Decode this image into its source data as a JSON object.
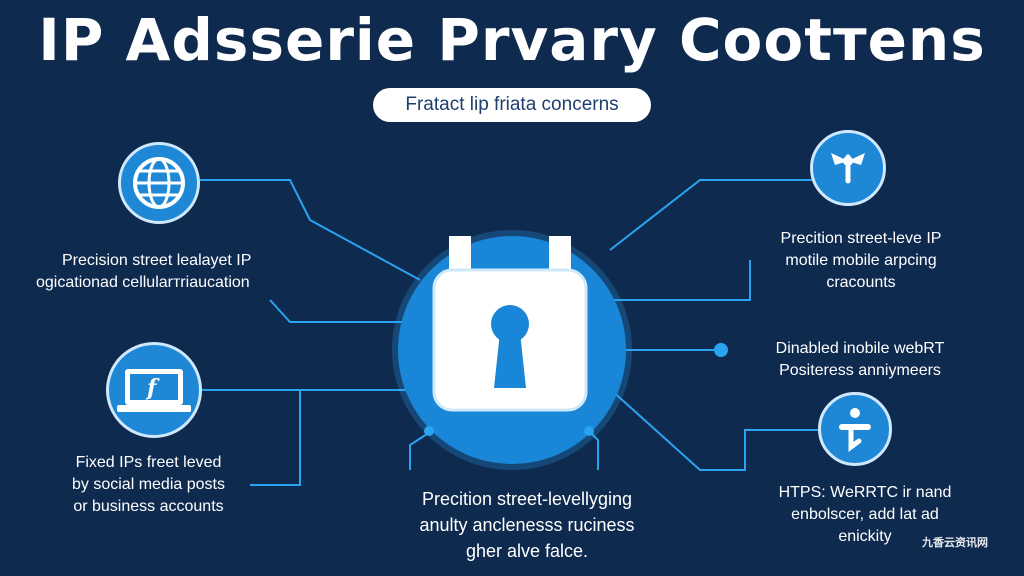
{
  "title": "IP Adsserie Prvary Cootтens",
  "subtitle": "Fratact lip friata concerns",
  "left_top": {
    "line1": "Precision street lealayet IP",
    "line2": "ogicationad cellularтriaucation",
    "icon": "globe-icon"
  },
  "left_bottom": {
    "line1": "Fixed IPs freet leved",
    "line2": "by social media posts",
    "line3": "or business accounts",
    "icon": "laptop-icon"
  },
  "right_top": {
    "line1": "Precition street-leve IP",
    "line2": "motile mobile arpcing",
    "line3": "cracounts",
    "icon": "network-icon"
  },
  "right_middle": {
    "line1": "Dinabled inobile webRT",
    "line2": "Positeress anniymeers"
  },
  "right_bottom": {
    "line1": "HTPS: WeRRTC ir nand",
    "line2": "enbolscer, add lat ad",
    "line3": "enickity",
    "icon": "divide-icon"
  },
  "center": {
    "line1": "Precition street-levellyging",
    "line2": "anulty anclenesss rucіness",
    "line3": "gher alve falce.",
    "icon": "padlock-icon"
  },
  "watermark": "九香云资讯网",
  "colors": {
    "background": "#0f2a4f",
    "accent": "#1e88d6",
    "line": "#2aa3f0"
  }
}
